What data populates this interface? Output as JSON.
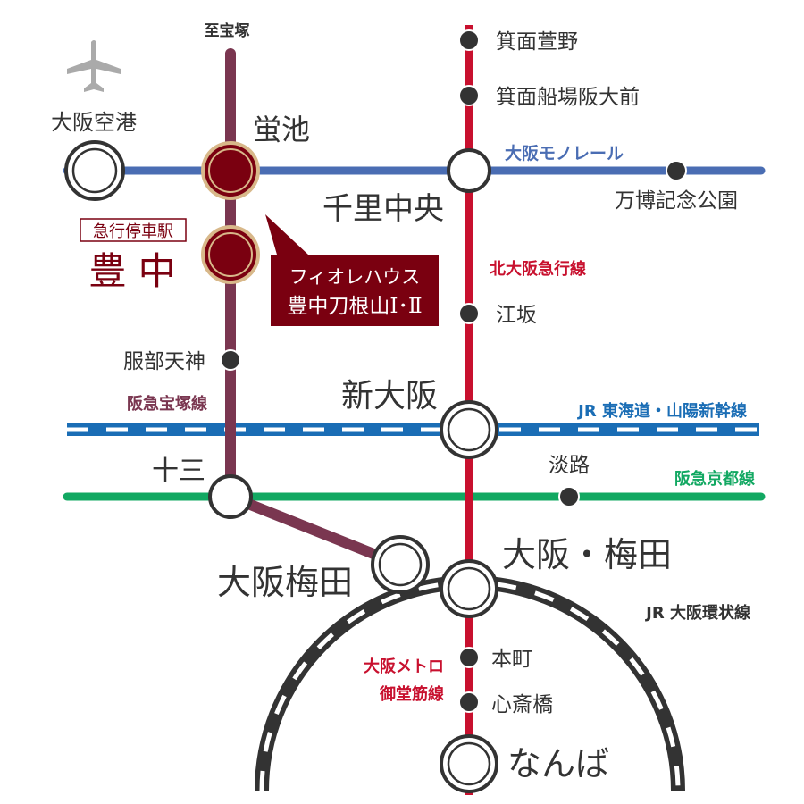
{
  "colors": {
    "takarazuka": "#7a3650",
    "midosuji": "#c8102e",
    "monorail": "#4a6db3",
    "jr": "#1a6db5",
    "kyoto": "#12a862",
    "loop": "#333333",
    "highlight": "#7a0010",
    "ring": "#d8b88a"
  },
  "labels": {
    "to_takarazuka": "至宝塚",
    "airport": "大阪空港",
    "hotarugaike": "蛍池",
    "express_badge": "急行停車駅",
    "toyonaka": "豊 中",
    "callout_line1": "フィオレハウス",
    "callout_line2": "豊中刀根山Ⅰ･Ⅱ",
    "hattori": "服部天神",
    "takarazuka_line": "阪急宝塚線",
    "juso": "十三",
    "osaka_umeda_hankyu": "大阪梅田",
    "minoh_kayano": "箕面萱野",
    "minoh_semba": "箕面船場阪大前",
    "monorail_line": "大阪モノレール",
    "senri_chuo": "千里中央",
    "expo_park": "万博記念公園",
    "kita_osaka_line": "北大阪急行線",
    "esaka": "江坂",
    "shin_osaka": "新大阪",
    "jr_line": "JR 東海道・山陽新幹線",
    "awaji": "淡路",
    "kyoto_line": "阪急京都線",
    "osaka_umeda": "大阪・梅田",
    "loop_line": "JR 大阪環状線",
    "metro_line1": "大阪メトロ",
    "metro_line2": "御堂筋線",
    "hommachi": "本町",
    "shinsaibashi": "心斎橋",
    "namba": "なんば"
  }
}
